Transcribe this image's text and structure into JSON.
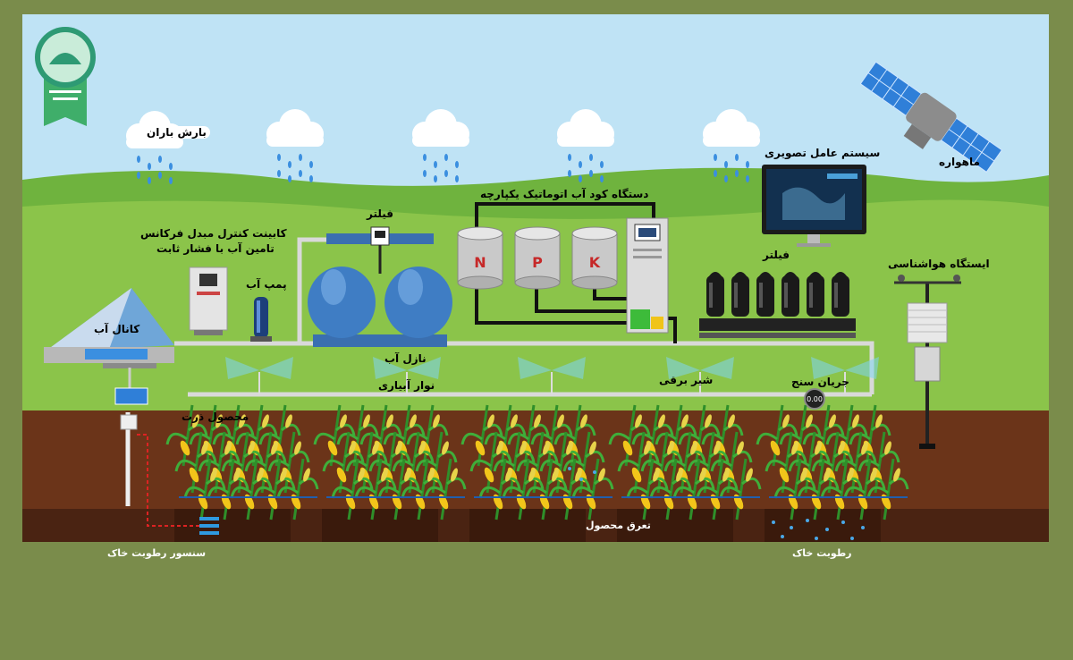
{
  "labels": {
    "rain": "بارش باران",
    "satellite": "ماهواره",
    "imaging_system": "سیستم عامل تصویری",
    "fertigation": "دستگاه کود آب اتوماتیک یکپارچه",
    "filter_top": "فیلتر",
    "filter_right": "فیلتر",
    "cabinet_line1": "کابینت کنترل مبدل فرکانس",
    "cabinet_line2": "تامین آب با فشار ثابت",
    "pump": "پمپ آب",
    "canal": "کانال آب",
    "weather_station": "ایستگاه هواشناسی",
    "nozzle": "نازل آب",
    "drip_tape": "نوار آبیاری",
    "solenoid": "شیر برقی",
    "flowmeter": "جریان سنج",
    "crop": "محصول ذرت",
    "transpiration": "تعرق محصول",
    "soil_sensor": "سنسور رطوبت خاک",
    "soil_moisture": "رطوبت خاک"
  },
  "tanks": [
    "N",
    "P",
    "K"
  ],
  "flowmeter_reading": "0.00",
  "colors": {
    "sky": "#bfe3f5",
    "hill": "#6fb33e",
    "grass": "#8bc44a",
    "soil": "#6b3419",
    "soil_dark": "#4a2312",
    "tank": "#3a6fb0",
    "frame": "#7a8c4b"
  },
  "icons": [
    "logo-badge-icon",
    "rain-cloud-icon",
    "satellite-icon",
    "monitor-icon",
    "weather-station-icon",
    "solar-panel-icon",
    "corn-plant-icon"
  ]
}
